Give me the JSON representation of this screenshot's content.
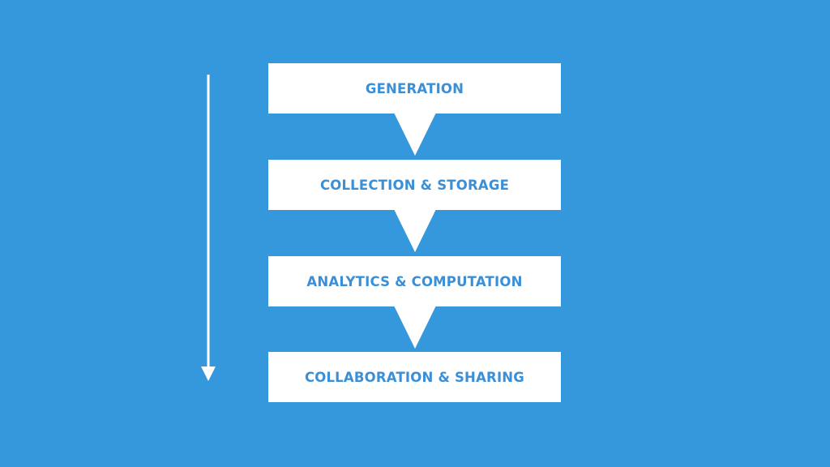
{
  "colors": {
    "background": "#3598dc",
    "box_fill": "#ffffff",
    "label_text": "#3b8fd6",
    "arrow": "#ffffff"
  },
  "stages": [
    {
      "label": "GENERATION"
    },
    {
      "label": "COLLECTION & STORAGE"
    },
    {
      "label": "ANALYTICS & COMPUTATION"
    },
    {
      "label": "COLLABORATION & SHARING"
    }
  ],
  "icons": {
    "flow_arrow": "arrow-down-icon",
    "step_pointer": "triangle-down-icon"
  }
}
